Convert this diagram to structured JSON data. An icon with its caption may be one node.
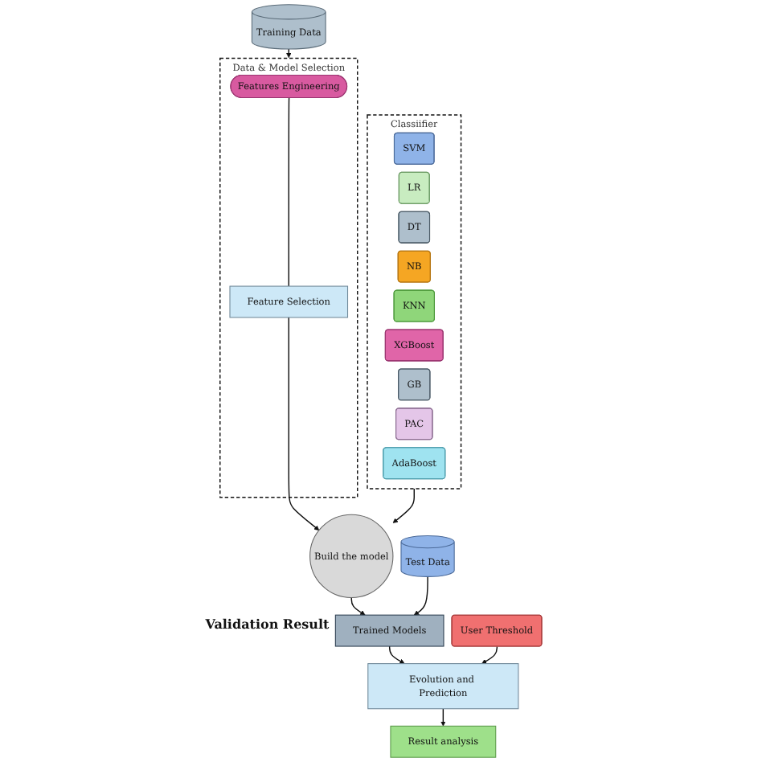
{
  "diagram": {
    "nodes": [
      {
        "text": [
          "Training Data"
        ]
      },
      {
        "text": [
          "Data & Model Selection"
        ]
      },
      {
        "text": [
          "Features Engineering"
        ],
        "in": 1
      },
      {
        "text": [
          "Feature Selection"
        ],
        "in": 1
      },
      {
        "text": [
          "Classiifier"
        ]
      },
      {
        "text": [
          "SVM"
        ],
        "in": 4
      },
      {
        "text": [
          "LR"
        ],
        "in": 4
      },
      {
        "text": [
          "DT"
        ],
        "in": 4
      },
      {
        "text": [
          "NB"
        ],
        "in": 4
      },
      {
        "text": [
          "KNN"
        ],
        "in": 4
      },
      {
        "text": [
          "XGBoost"
        ],
        "in": 4
      },
      {
        "text": [
          "GB"
        ],
        "in": 4
      },
      {
        "text": [
          "PAC"
        ],
        "in": 4
      },
      {
        "text": [
          "AdaBoost"
        ],
        "in": 4
      },
      {
        "text": [
          "Build the model"
        ]
      },
      {
        "text": [
          "Trained Models"
        ],
        "beside": [
          "Validation Result"
        ]
      },
      {
        "text": [
          "Test Data"
        ]
      },
      {
        "text": [
          "User Threshold"
        ]
      },
      {
        "text": [
          "Evolution and Prediction"
        ]
      },
      {
        "text": [
          "Result analysis"
        ]
      }
    ],
    "edges": [
      {
        "from": 0,
        "to": 1,
        "arrow": "to"
      },
      {
        "from": 2,
        "to": 3,
        "arrow": "none"
      },
      {
        "from": 3,
        "to": 14,
        "arrow": "to"
      },
      {
        "from": 4,
        "to": 14,
        "arrow": "to"
      },
      {
        "from": 14,
        "to": 15,
        "arrow": "to"
      },
      {
        "from": 16,
        "to": 15,
        "arrow": "to"
      },
      {
        "from": 15,
        "to": 18,
        "arrow": "to"
      },
      {
        "from": 17,
        "to": 18,
        "arrow": "to"
      },
      {
        "from": 18,
        "to": 19,
        "arrow": "to"
      }
    ]
  }
}
